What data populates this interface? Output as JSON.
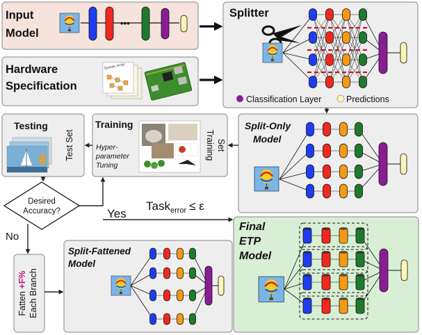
{
  "input_model": {
    "title_line1": "Input",
    "title_line2": "Model",
    "ellipsis": "•••"
  },
  "hardware": {
    "title_line1": "Hardware",
    "title_line2": "Specification",
    "thumb_caption": "Systolic Array"
  },
  "splitter": {
    "title": "Splitter",
    "legend_classification": "Classification Layer",
    "legend_predictions": "Predictions"
  },
  "split_only": {
    "title_line1": "Split-Only",
    "title_line2": "Model"
  },
  "testing": {
    "title": "Testing",
    "set_label": "Test Set"
  },
  "training": {
    "title": "Training",
    "set_label_line1": "Training",
    "set_label_line2": "Set",
    "tuning_line1": "Hyper-",
    "tuning_line2": "parameter",
    "tuning_line3": "Tuning"
  },
  "decision": {
    "line1": "Desired",
    "line2": "Accuracy?",
    "yes": "Yes",
    "no": "No"
  },
  "condition": {
    "task": "Task",
    "sub": "error",
    "rel": "≤ ε"
  },
  "fatten": {
    "line1_prefix": "Fatten ",
    "line1_highlight": "+F%",
    "line2": "Each Branch"
  },
  "split_fattened": {
    "title_line1": "Split-Fattened",
    "title_line2": "Model"
  },
  "final": {
    "title_line1": "Final",
    "title_line2": "ETP",
    "title_line3": "Model"
  },
  "colors": {
    "blue": "#1f3df0",
    "red": "#f0281e",
    "orange": "#f59a14",
    "green": "#1f7a2e",
    "purple": "#8a1d96",
    "yellow": "#fbf6b8",
    "dashed_red": "#c3122a",
    "input_bg": "#f6e3dc",
    "panel_bg": "#eeeeee",
    "final_bg": "#d9efd5",
    "highlight": "#c0177a"
  }
}
